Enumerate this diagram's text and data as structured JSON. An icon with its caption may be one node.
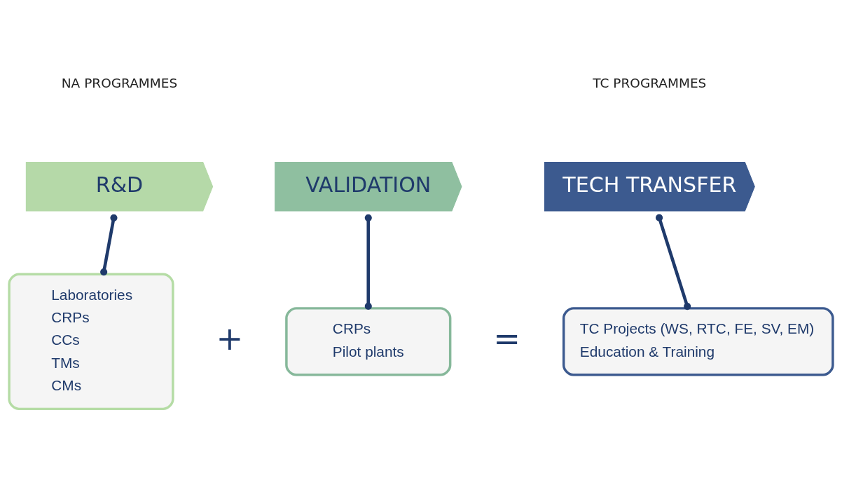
{
  "diagram": {
    "nodes": [
      {
        "text": [
          "R&D"
        ]
      },
      {
        "text": [
          "VALIDATION"
        ]
      },
      {
        "text": [
          "TECH TRANSFER"
        ]
      },
      {
        "text": [
          "Laboratories",
          "CRPs",
          "CCs",
          "TMs",
          "CMs"
        ]
      },
      {
        "text": [
          "CRPs",
          "Pilot plants"
        ]
      },
      {
        "text": [
          "TC Projects (WS, RTC, FE, SV, EM)",
          "Education & Training"
        ]
      }
    ],
    "edges": [
      {
        "from": 0,
        "to": 3,
        "arrow": "other"
      },
      {
        "from": 1,
        "to": 4,
        "arrow": "other"
      },
      {
        "from": 2,
        "to": 5,
        "arrow": "other"
      }
    ],
    "labels": [
      "NA PROGRAMMES",
      "TC PROGRAMMES",
      "+",
      "="
    ]
  }
}
